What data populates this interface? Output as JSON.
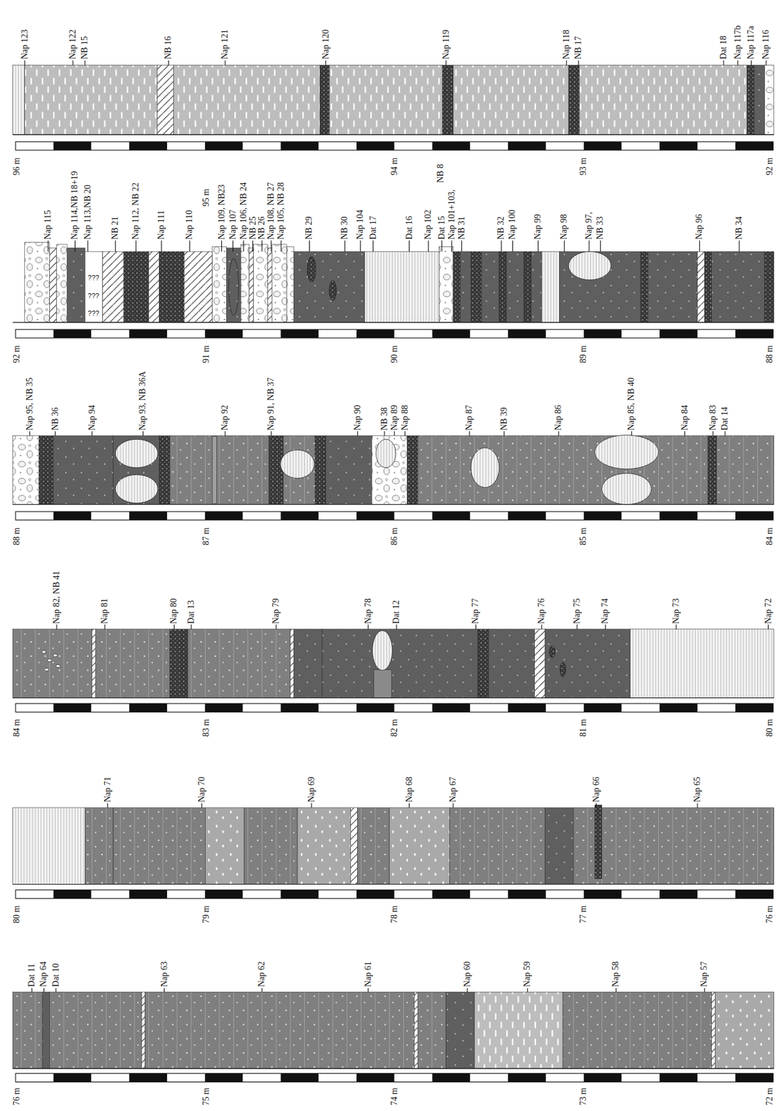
{
  "diagram": {
    "labels": [
      "Nap 123",
      "Nap 122",
      "NB 15",
      "NB 16",
      "Nap 121",
      "Nap 120",
      "Nap 119",
      "Nap 118",
      "NB 17",
      "Dat 18",
      "Nap 117b",
      "Nap 117a",
      "Nap 116",
      "96 m",
      "95 m",
      "94 m",
      "93 m",
      "92 m",
      "Nap 115",
      "Nap 114,NB 18+19",
      "Nap 113,NB 20",
      "NB 21",
      "Nap 112, NB 22",
      "Nap 111",
      "Nap 110",
      "Nap 109, NB23",
      "Nap 107",
      "Nap 106, NB 24",
      "NB 25",
      "NB 26",
      "Nap 108, NB 27",
      "Nap 105, NB 28",
      "NB 29",
      "NB 30",
      "Nap 104",
      "Dat 17",
      "Dat 16",
      "Nap 102",
      "NB 8",
      "Dat 15",
      "Nap 101+103,",
      "NB 31",
      "NB 32",
      "Nap 100",
      "Nap 99",
      "Nap 98",
      "Nap 97,",
      "NB 33",
      "Nap 96",
      "NB 34",
      "???",
      "???",
      "???",
      "92 m",
      "91 m",
      "90 m",
      "89 m",
      "88 m",
      "Nap 95, NB 35",
      "NB 36",
      "Nap 94",
      "Nap 93, NB 36A",
      "Nap 92",
      "Nap 91, NB 37",
      "Nap 90",
      "NB 38",
      "Nap 89",
      "Nap 88",
      "Nap 87",
      "NB 39",
      "Nap 86",
      "Nap 85, NB 40",
      "Nap 84",
      "Nap 83",
      "Dat 14",
      "88 m",
      "87 m",
      "86 m",
      "85 m",
      "84 m",
      "Nap 82, NB 41",
      "Nap 81",
      "Nap 80",
      "Dat 13",
      "Nap 79",
      "Nap 78",
      "Dat 12",
      "Nap 77",
      "Nap 76",
      "Nap 75",
      "Nap 74",
      "Nap 73",
      "Nap 72",
      "84 m",
      "83 m",
      "82 m",
      "81 m",
      "80 m",
      "Nap 71",
      "Nap 70",
      "Nap 69",
      "Nap 68",
      "Nap 67",
      "Nap 66",
      "Nap 65",
      "80 m",
      "79 m",
      "78 m",
      "77 m",
      "76 m",
      "Dat 11",
      "Nap 64",
      "Dat 10",
      "Nap 63",
      "Nap 62",
      "Nap 61",
      "Nap 60",
      "Nap 59",
      "Nap 58",
      "Nap 57",
      "76 m",
      "75 m",
      "74 m",
      "73 m",
      "72 m"
    ]
  }
}
